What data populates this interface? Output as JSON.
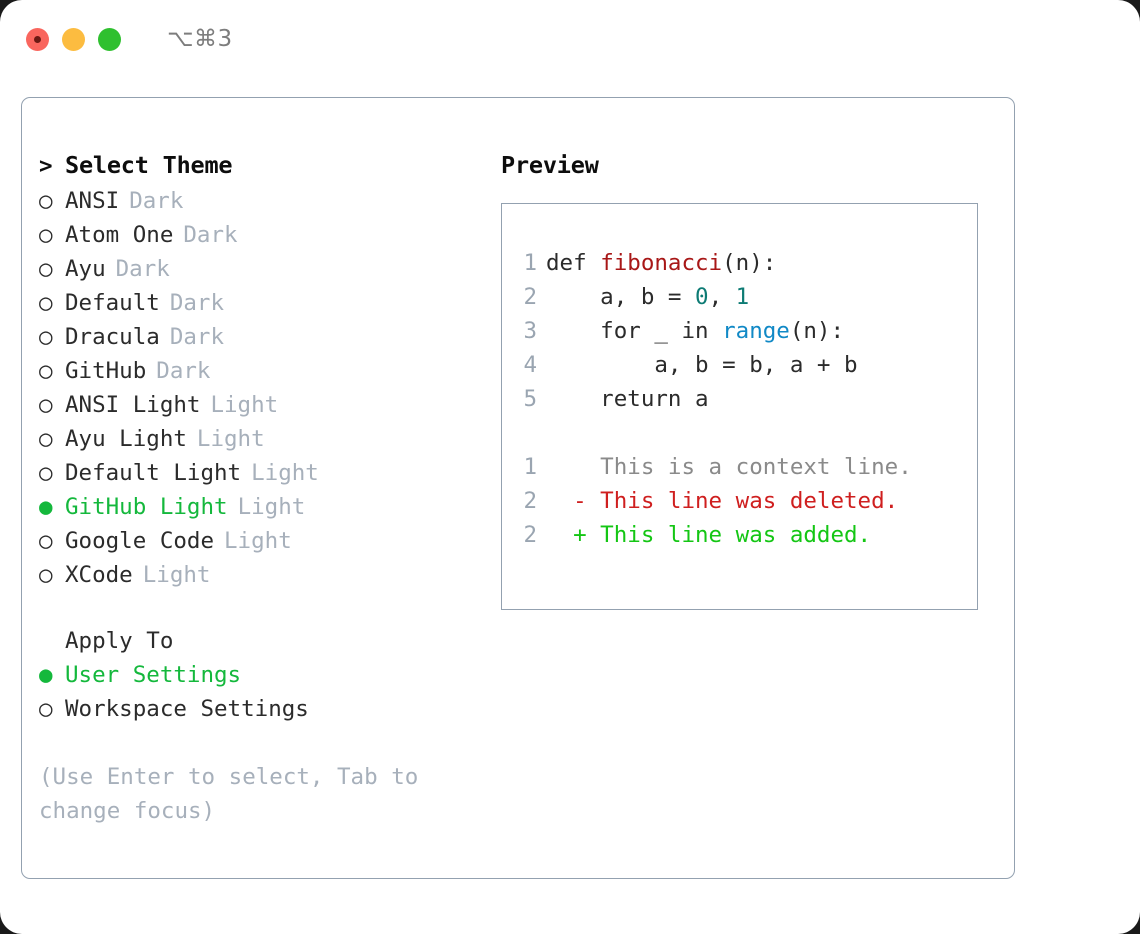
{
  "titlebar": {
    "shortcut": "⌥⌘3",
    "dots": [
      "close-dot",
      "minimize-dot",
      "zoom-dot"
    ]
  },
  "theme_list": {
    "header": "Select Theme",
    "header_marker": ">",
    "marker_unselected": "○",
    "marker_selected": "●",
    "items": [
      {
        "name": "ANSI",
        "badge": "Dark",
        "selected": false
      },
      {
        "name": "Atom One",
        "badge": "Dark",
        "selected": false
      },
      {
        "name": "Ayu",
        "badge": "Dark",
        "selected": false
      },
      {
        "name": "Default",
        "badge": "Dark",
        "selected": false
      },
      {
        "name": "Dracula",
        "badge": "Dark",
        "selected": false
      },
      {
        "name": "GitHub",
        "badge": "Dark",
        "selected": false
      },
      {
        "name": "ANSI Light",
        "badge": "Light",
        "selected": false
      },
      {
        "name": "Ayu Light",
        "badge": "Light",
        "selected": false
      },
      {
        "name": "Default Light",
        "badge": "Light",
        "selected": false
      },
      {
        "name": "GitHub Light",
        "badge": "Light",
        "selected": true
      },
      {
        "name": "Google Code",
        "badge": "Light",
        "selected": false
      },
      {
        "name": "XCode",
        "badge": "Light",
        "selected": false
      }
    ]
  },
  "apply_to": {
    "title": "Apply To",
    "options": [
      {
        "name": "User Settings",
        "selected": true
      },
      {
        "name": "Workspace Settings",
        "selected": false
      }
    ]
  },
  "hint": {
    "line1": "(Use Enter to select, Tab to",
    "line2": "change focus)"
  },
  "preview": {
    "title": "Preview",
    "code_lines": [
      {
        "no": "1",
        "tokens": [
          {
            "t": "def ",
            "c": "plain"
          },
          {
            "t": "fibonacci",
            "c": "fn"
          },
          {
            "t": "(n):",
            "c": "plain"
          }
        ]
      },
      {
        "no": "2",
        "tokens": [
          {
            "t": "    a, b = ",
            "c": "plain"
          },
          {
            "t": "0",
            "c": "num"
          },
          {
            "t": ", ",
            "c": "plain"
          },
          {
            "t": "1",
            "c": "num"
          }
        ]
      },
      {
        "no": "3",
        "tokens": [
          {
            "t": "    for _ in ",
            "c": "plain"
          },
          {
            "t": "range",
            "c": "call"
          },
          {
            "t": "(n):",
            "c": "plain"
          }
        ]
      },
      {
        "no": "4",
        "tokens": [
          {
            "t": "        a, b = b, a + b",
            "c": "plain"
          }
        ]
      },
      {
        "no": "5",
        "tokens": [
          {
            "t": "    return a",
            "c": "plain"
          }
        ]
      }
    ],
    "diff_lines": [
      {
        "no": "1",
        "sign": " ",
        "text": "This is a context line.",
        "kind": "ctx"
      },
      {
        "no": "2",
        "sign": "-",
        "text": "This line was deleted.",
        "kind": "del"
      },
      {
        "no": "2",
        "sign": "+",
        "text": "This line was added.",
        "kind": "add"
      }
    ]
  },
  "colors": {
    "selected_green": "#14b83c",
    "badge_grey": "#a7b0bb",
    "border": "#93a1b0",
    "code_function": "#a81717",
    "code_number": "#0d7b74",
    "code_call": "#1189c6",
    "diff_context": "#8a8a8a",
    "diff_deleted": "#cf1f1f",
    "diff_added": "#14c614"
  }
}
